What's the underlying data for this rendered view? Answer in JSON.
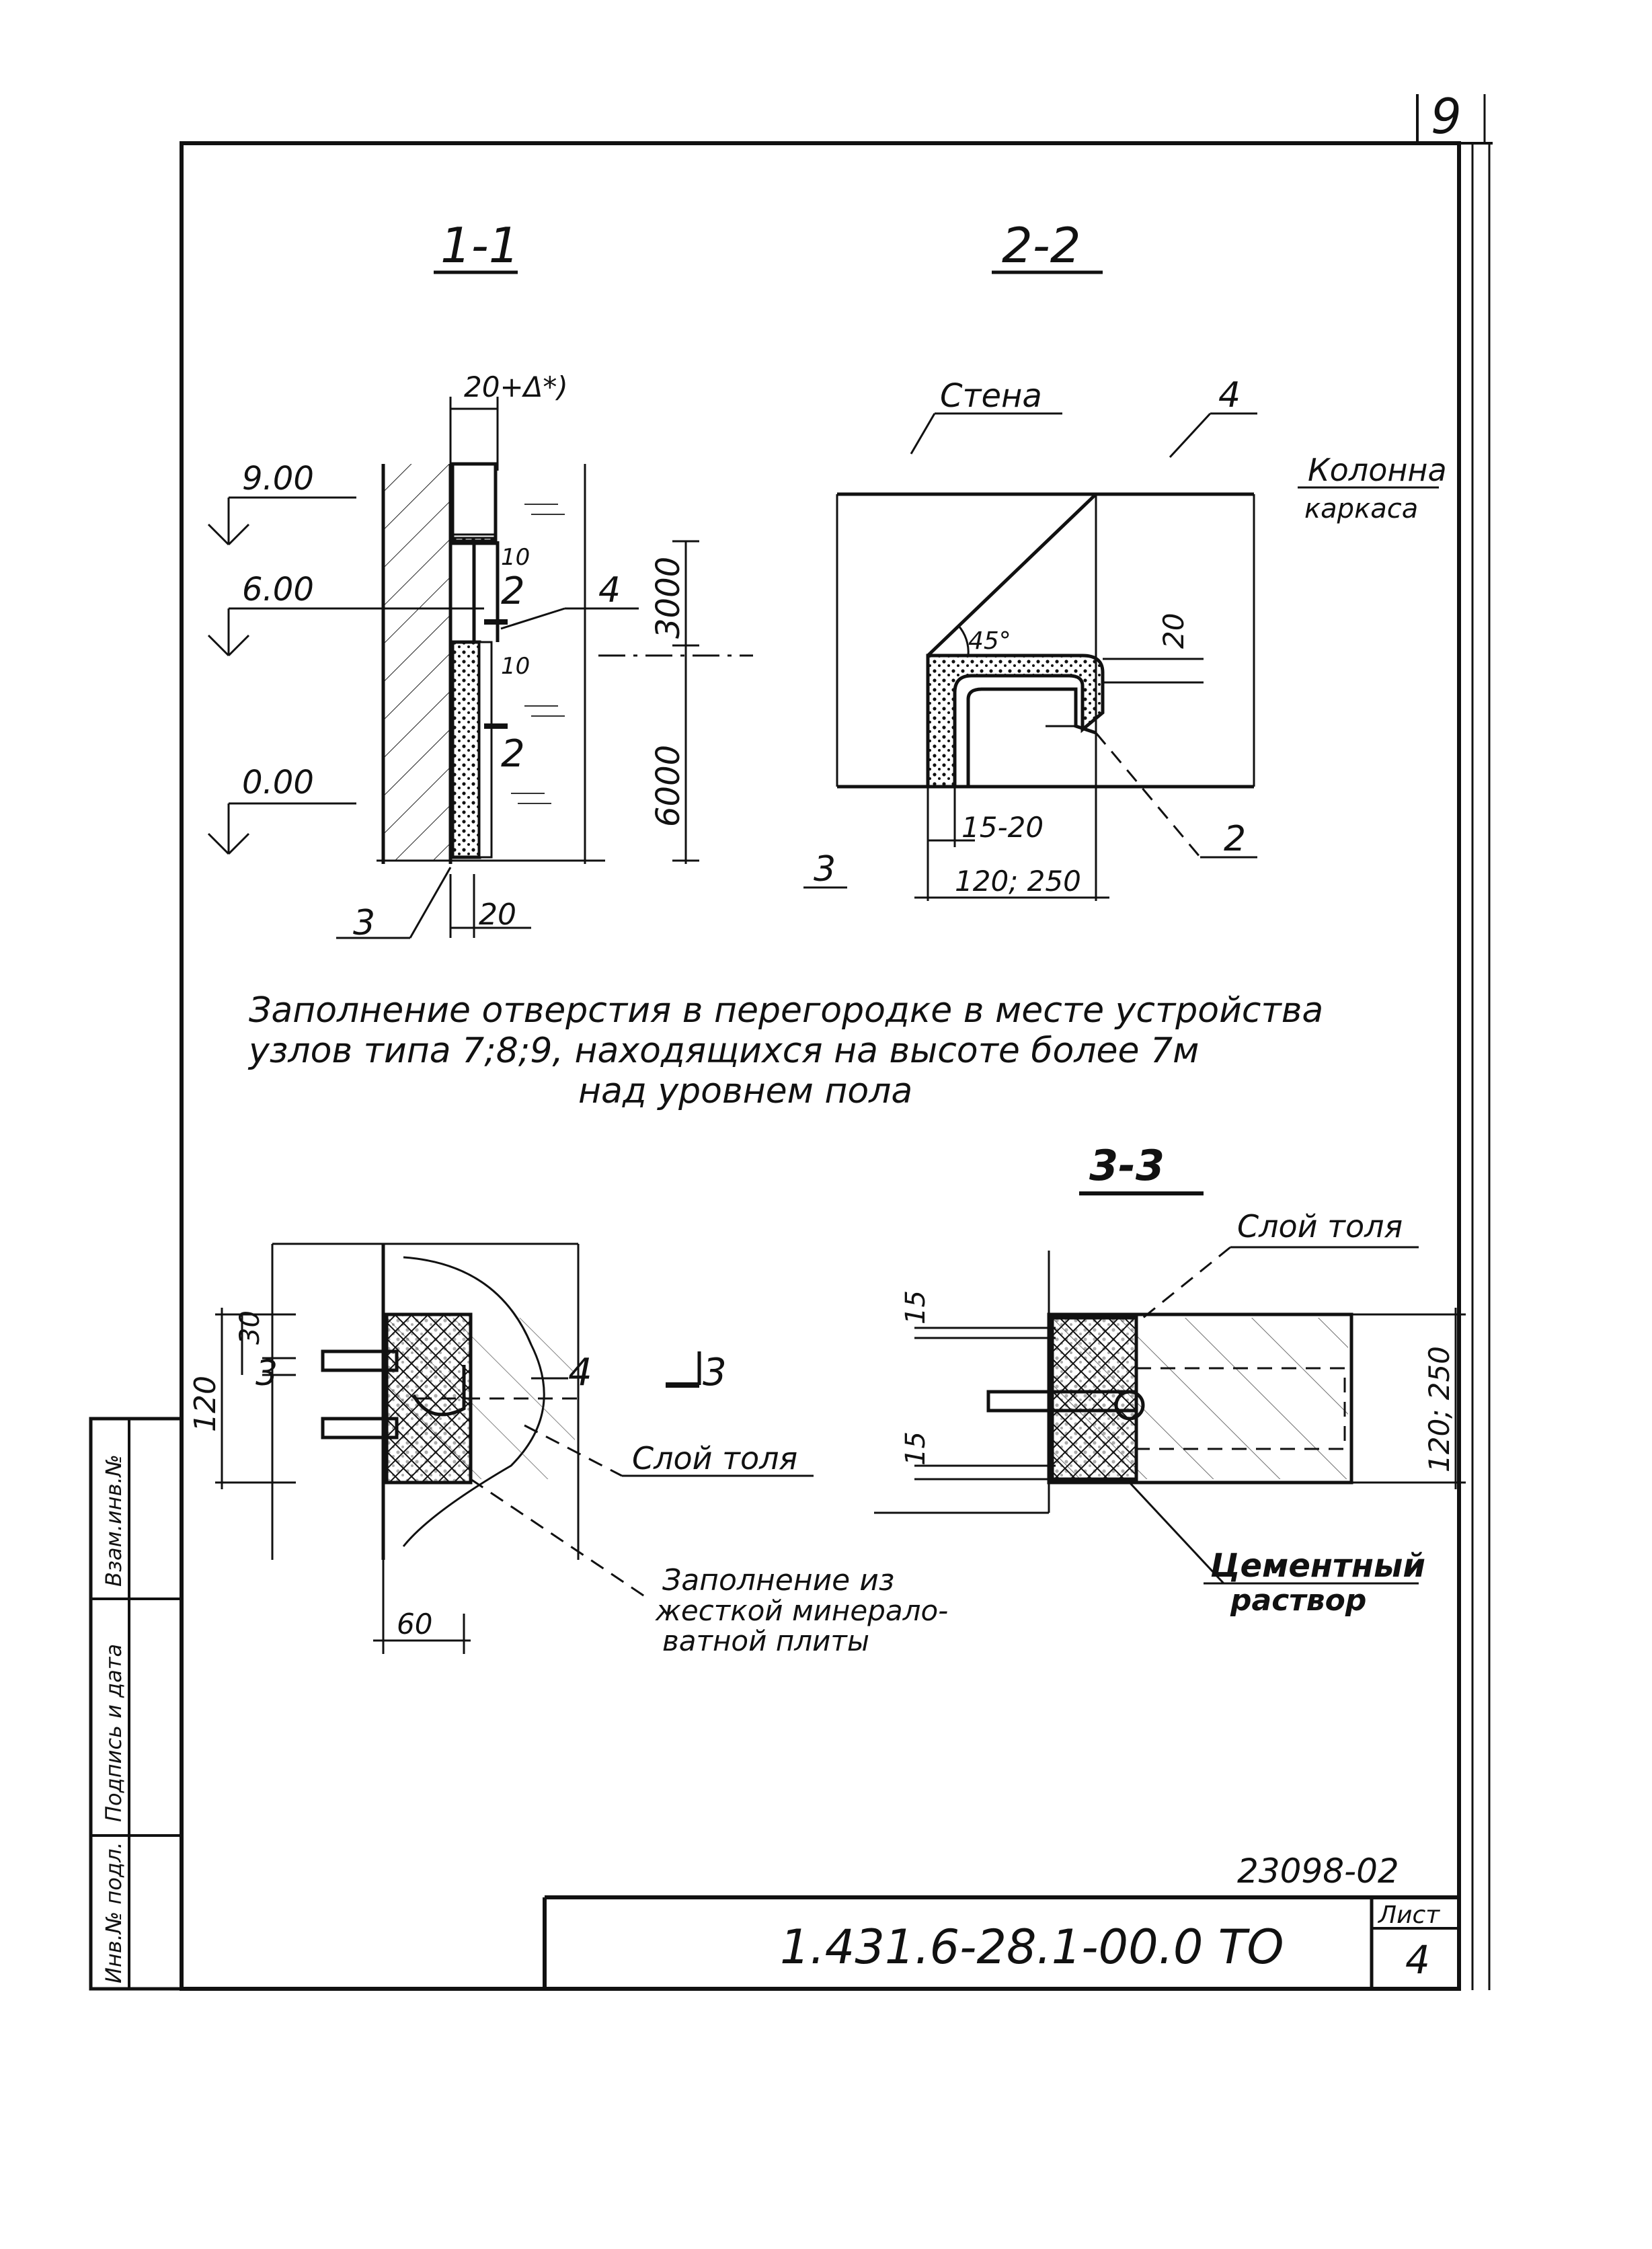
{
  "sheet": {
    "top_page_number": "9",
    "doc_code": "1.431.6-28.1-00.0 ТО",
    "sheet_label": "Лист",
    "sheet_number": "4",
    "inventory_code": "23098-02",
    "stamp_left": {
      "inv_original": "Инв.№ подл.",
      "signature_date": "Подпись и дата",
      "replaced_inv": "Взам.инв.№"
    }
  },
  "section_1_1": {
    "title": "1-1",
    "dim_top": "20+Δ*)",
    "level_900": "9.00",
    "level_600": "6.00",
    "level_000": "0.00",
    "dim_10_upper": "10",
    "dim_10_lower": "10",
    "cut_mark_upper": "2",
    "cut_mark_lower": "2",
    "dim_3000": "3000",
    "dim_6000": "6000",
    "callout_4": "4",
    "callout_3": "3",
    "dim_20_bottom": "20"
  },
  "section_2_2": {
    "title": "2-2",
    "label_wall": "Стена",
    "callout_4": "4",
    "label_column_1": "Колонна",
    "label_column_2": "каркаса",
    "angle": "45°",
    "dim_20": "20",
    "dim_15_20": "15-20",
    "dim_120_250": "120; 250",
    "callout_3": "3",
    "callout_2": "2"
  },
  "caption": {
    "line1": "Заполнение  отверстия в перегородке в месте устройства",
    "line2": "узлов типа 7;8;9, находящихся на высоте более 7м",
    "line3": "над  уровнем пола"
  },
  "detail_left": {
    "dim_120": "120",
    "dim_30": "30",
    "dim_3": "3",
    "cut_mark": "3",
    "callout_4": "4",
    "label_tol": "Слой толя",
    "dim_60": "60",
    "fill_label_1": "Заполнение из",
    "fill_label_2": "жесткой минерало-",
    "fill_label_3": "ватной плиты"
  },
  "section_3_3": {
    "title": "3-3",
    "label_tol": "Слой толя",
    "dim_15_upper": "15",
    "dim_15_lower": "15",
    "dim_120_250": "120; 250",
    "cement_1": "Цементный",
    "cement_2": "раствор"
  }
}
